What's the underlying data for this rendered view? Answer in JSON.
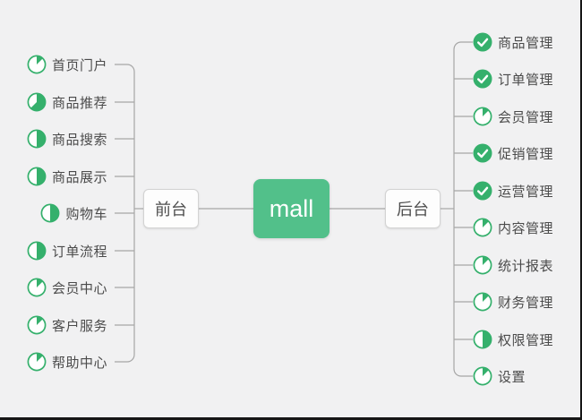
{
  "root": {
    "label": "mall"
  },
  "branches": [
    {
      "label": "前台",
      "side": "left",
      "items": [
        {
          "label": "首页门户",
          "progress": 0.125
        },
        {
          "label": "商品推荐",
          "progress": 0.625
        },
        {
          "label": "商品搜索",
          "progress": 0.5
        },
        {
          "label": "商品展示",
          "progress": 0.5
        },
        {
          "label": "购物车",
          "progress": 0.5
        },
        {
          "label": "订单流程",
          "progress": 0.5
        },
        {
          "label": "会员中心",
          "progress": 0.125
        },
        {
          "label": "客户服务",
          "progress": 0.125
        },
        {
          "label": "帮助中心",
          "progress": 0.125
        }
      ]
    },
    {
      "label": "后台",
      "side": "right",
      "items": [
        {
          "label": "商品管理",
          "progress": "done"
        },
        {
          "label": "订单管理",
          "progress": "done"
        },
        {
          "label": "会员管理",
          "progress": 0.125
        },
        {
          "label": "促销管理",
          "progress": "done"
        },
        {
          "label": "运营管理",
          "progress": "done"
        },
        {
          "label": "内容管理",
          "progress": 0.125
        },
        {
          "label": "统计报表",
          "progress": 0.125
        },
        {
          "label": "财务管理",
          "progress": 0.125
        },
        {
          "label": "权限管理",
          "progress": 0.5
        },
        {
          "label": "设置",
          "progress": 0.125
        }
      ]
    }
  ],
  "colors": {
    "accent_green": "#35b06c",
    "root_green": "#52c08a",
    "line": "#a6a6a6",
    "label_text": "#4b4b4b"
  }
}
